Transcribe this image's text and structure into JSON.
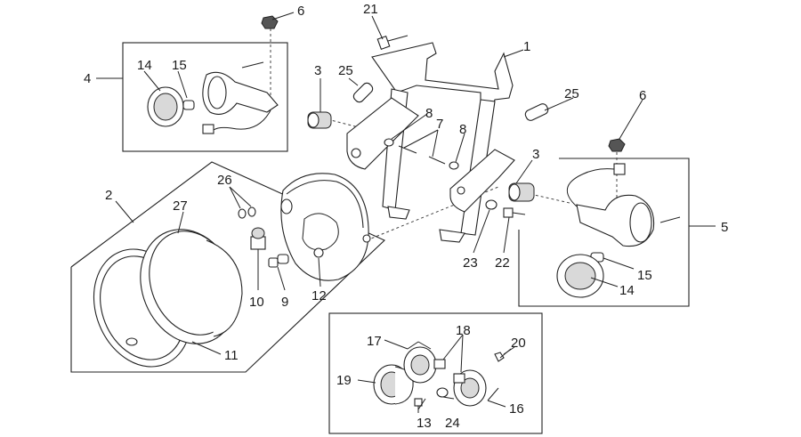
{
  "callouts": [
    {
      "id": "c1",
      "text": "1"
    },
    {
      "id": "c2",
      "text": "2"
    },
    {
      "id": "c3a",
      "text": "3"
    },
    {
      "id": "c3b",
      "text": "3"
    },
    {
      "id": "c4",
      "text": "4"
    },
    {
      "id": "c5",
      "text": "5"
    },
    {
      "id": "c6a",
      "text": "6"
    },
    {
      "id": "c6b",
      "text": "6"
    },
    {
      "id": "c7",
      "text": "7"
    },
    {
      "id": "c8a",
      "text": "8"
    },
    {
      "id": "c8b",
      "text": "8"
    },
    {
      "id": "c9",
      "text": "9"
    },
    {
      "id": "c10",
      "text": "10"
    },
    {
      "id": "c11",
      "text": "11"
    },
    {
      "id": "c12",
      "text": "12"
    },
    {
      "id": "c13",
      "text": "13"
    },
    {
      "id": "c14a",
      "text": "14"
    },
    {
      "id": "c14b",
      "text": "14"
    },
    {
      "id": "c15a",
      "text": "15"
    },
    {
      "id": "c15b",
      "text": "15"
    },
    {
      "id": "c16",
      "text": "16"
    },
    {
      "id": "c17",
      "text": "17"
    },
    {
      "id": "c18",
      "text": "18"
    },
    {
      "id": "c19",
      "text": "19"
    },
    {
      "id": "c20",
      "text": "20"
    },
    {
      "id": "c21",
      "text": "21"
    },
    {
      "id": "c22",
      "text": "22"
    },
    {
      "id": "c23",
      "text": "23"
    },
    {
      "id": "c24",
      "text": "24"
    },
    {
      "id": "c25a",
      "text": "25"
    },
    {
      "id": "c25b",
      "text": "25"
    },
    {
      "id": "c26",
      "text": "26"
    },
    {
      "id": "c27",
      "text": "27"
    }
  ]
}
